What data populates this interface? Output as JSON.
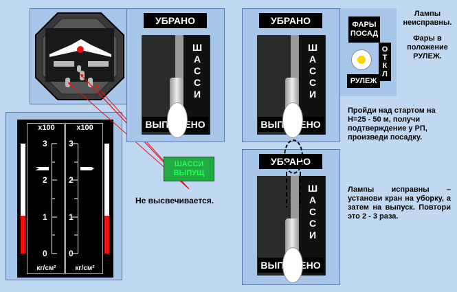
{
  "panel_a": {
    "top_label": "УБРАНО",
    "bottom_label": "ВЫПУЩЕНО",
    "side_label": "ШАССИ"
  },
  "panel_b": {
    "top_label": "УБРАНО",
    "bottom_label": "ВЫПУЩЕНО",
    "side_label": "ШАССИ"
  },
  "panel_c": {
    "top_label": "УБРАНО",
    "bottom_label": "ВЫПУЩЕНО",
    "side_label": "ШАССИ"
  },
  "headlights": {
    "top_label": "ФАРЫ\nПОСАД",
    "side_label": "ОТКЛ",
    "bottom_label": "РУЛЕЖ"
  },
  "gauge": {
    "left_multiplier": "x100",
    "right_multiplier": "x100",
    "ticks": [
      "3",
      "2",
      "1",
      "0"
    ],
    "left_unit": "кг/см²",
    "right_unit": "кг/см²",
    "left_value": 2.4,
    "right_value": 2.4,
    "left_red_level": 0.55,
    "right_red_level": 0.55
  },
  "warning_lamp": {
    "label": "ШАССИ ВЫПУЩ",
    "color": "#22aa44"
  },
  "notes": {
    "not_lit": "Не высвечивается.",
    "lamps_faulty": "Лампы неисправны.",
    "headlights_mode": "Фары в положение РУЛЕЖ.",
    "fly_over": "Пройди над стартом на Н=25 - 50 м, получи подтверждение у РП, произведи посадку.",
    "lamps_ok": "Лампы исправны – установи кран на уборку, а затем на выпуск. Повтори это 2 - 3 раза."
  },
  "colors": {
    "background": "#c0d8f0",
    "panel": "#a7c6ea",
    "red": "#ee1111"
  }
}
